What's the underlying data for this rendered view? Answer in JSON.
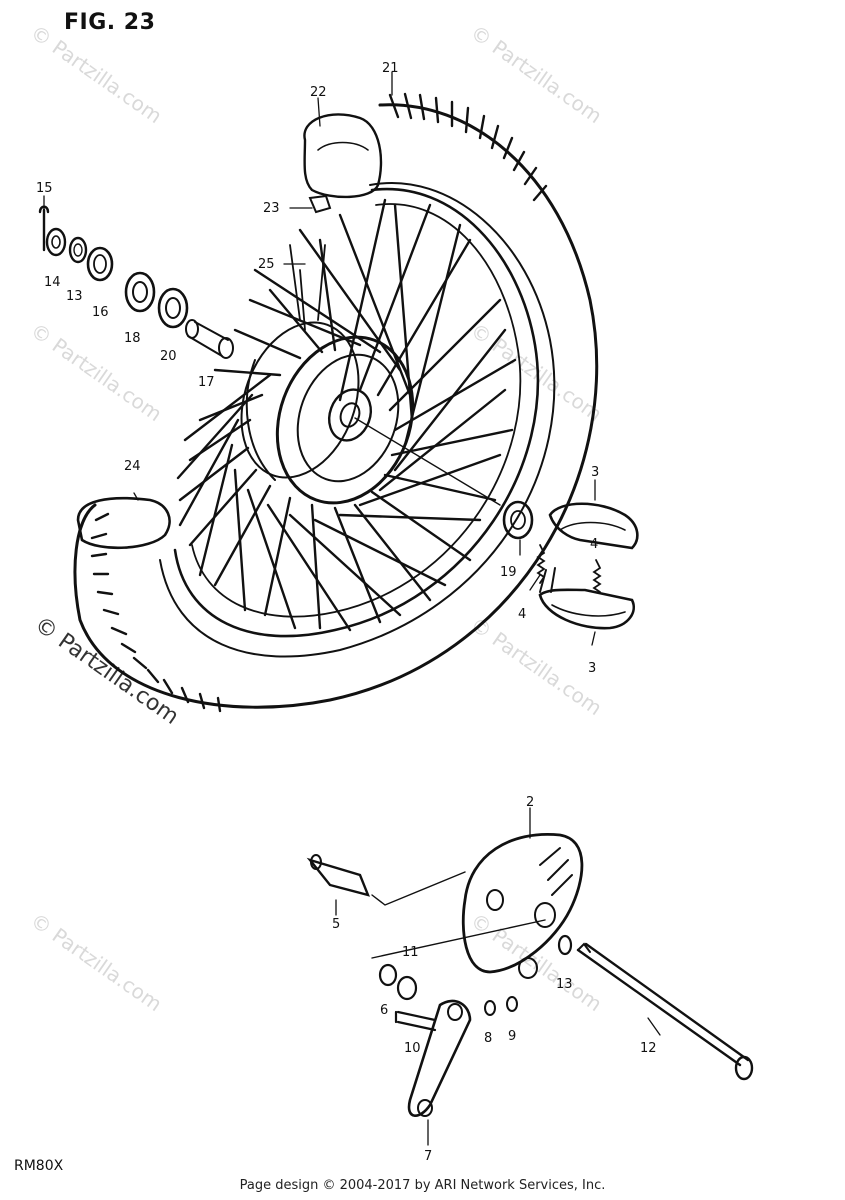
{
  "figure": {
    "title": "FIG. 23",
    "model": "RM80X"
  },
  "footer": {
    "text": "Page design © 2004-2017 by ARI Network Services, Inc."
  },
  "watermark": {
    "text": "© Partzilla.com"
  },
  "callouts": [
    {
      "id": "c21",
      "text": "21"
    },
    {
      "id": "c22",
      "text": "22"
    },
    {
      "id": "c23",
      "text": "23"
    },
    {
      "id": "c25",
      "text": "25"
    },
    {
      "id": "c15",
      "text": "15"
    },
    {
      "id": "c14",
      "text": "14"
    },
    {
      "id": "c13a",
      "text": "13"
    },
    {
      "id": "c16",
      "text": "16"
    },
    {
      "id": "c18",
      "text": "18"
    },
    {
      "id": "c20",
      "text": "20"
    },
    {
      "id": "c17",
      "text": "17"
    },
    {
      "id": "c24",
      "text": "24"
    },
    {
      "id": "c3a",
      "text": "3"
    },
    {
      "id": "c19",
      "text": "19"
    },
    {
      "id": "c4a",
      "text": "4"
    },
    {
      "id": "c4b",
      "text": "4"
    },
    {
      "id": "c3b",
      "text": "3"
    },
    {
      "id": "c2",
      "text": "2"
    },
    {
      "id": "c5",
      "text": "5"
    },
    {
      "id": "c11",
      "text": "11"
    },
    {
      "id": "c13b",
      "text": "13"
    },
    {
      "id": "c6a",
      "text": "6"
    },
    {
      "id": "c10",
      "text": "10"
    },
    {
      "id": "c8",
      "text": "8"
    },
    {
      "id": "c9",
      "text": "9"
    },
    {
      "id": "c12",
      "text": "12"
    },
    {
      "id": "c7",
      "text": "7"
    }
  ]
}
